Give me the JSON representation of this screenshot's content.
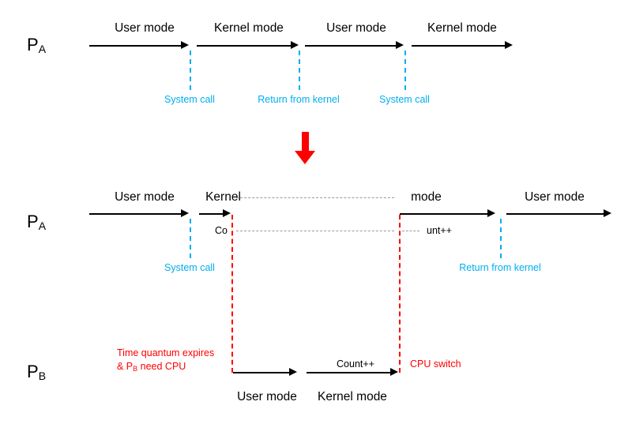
{
  "diagram": {
    "title": "Process mode-switch and CPU-switch timeline",
    "colors": {
      "cyan": "#00AEEF",
      "red": "#FF0000",
      "black": "#000000",
      "gray_dash": "#9A9A9A",
      "background": "#FFFFFF"
    },
    "process_a_label_top": "P",
    "process_a_sub_top": "A",
    "process_a_label_mid": "P",
    "process_a_sub_mid": "A",
    "process_b_label": "P",
    "process_b_sub": "B"
  },
  "timeline_top": {
    "name": "Process A without preemption",
    "segments": [
      {
        "label": "User mode"
      },
      {
        "label": "Kernel mode"
      },
      {
        "label": "User mode"
      },
      {
        "label": "Kernel mode"
      }
    ],
    "events": [
      {
        "label": "System call",
        "color": "#00AEEF"
      },
      {
        "label": "Return from kernel",
        "color": "#00AEEF"
      },
      {
        "label": "System call",
        "color": "#00AEEF"
      }
    ]
  },
  "transition": {
    "arrow": "down-arrow",
    "color": "#FF0000"
  },
  "timeline_middle": {
    "name": "Process A with CPU switch",
    "segments": [
      {
        "label": "User mode"
      },
      {
        "label": "Kernel"
      },
      {
        "label": "mode"
      },
      {
        "label": "User mode"
      }
    ],
    "split_text_left": "Co",
    "split_text_right": "unt++",
    "events": [
      {
        "label": "System call",
        "color": "#00AEEF"
      },
      {
        "label": "Return from kernel",
        "color": "#00AEEF"
      }
    ]
  },
  "timeline_bottom": {
    "name": "Process B runs during the switch",
    "segments": [
      {
        "label": "User mode"
      },
      {
        "label": "Kernel mode"
      }
    ],
    "operation_label": "Count++",
    "annotations": [
      {
        "line1": "Time quantum expires",
        "line2_pre": "& P",
        "line2_sub": "B",
        "line2_post": " need CPU",
        "color": "#FF0000"
      },
      {
        "label": "CPU switch",
        "color": "#FF0000"
      }
    ]
  }
}
